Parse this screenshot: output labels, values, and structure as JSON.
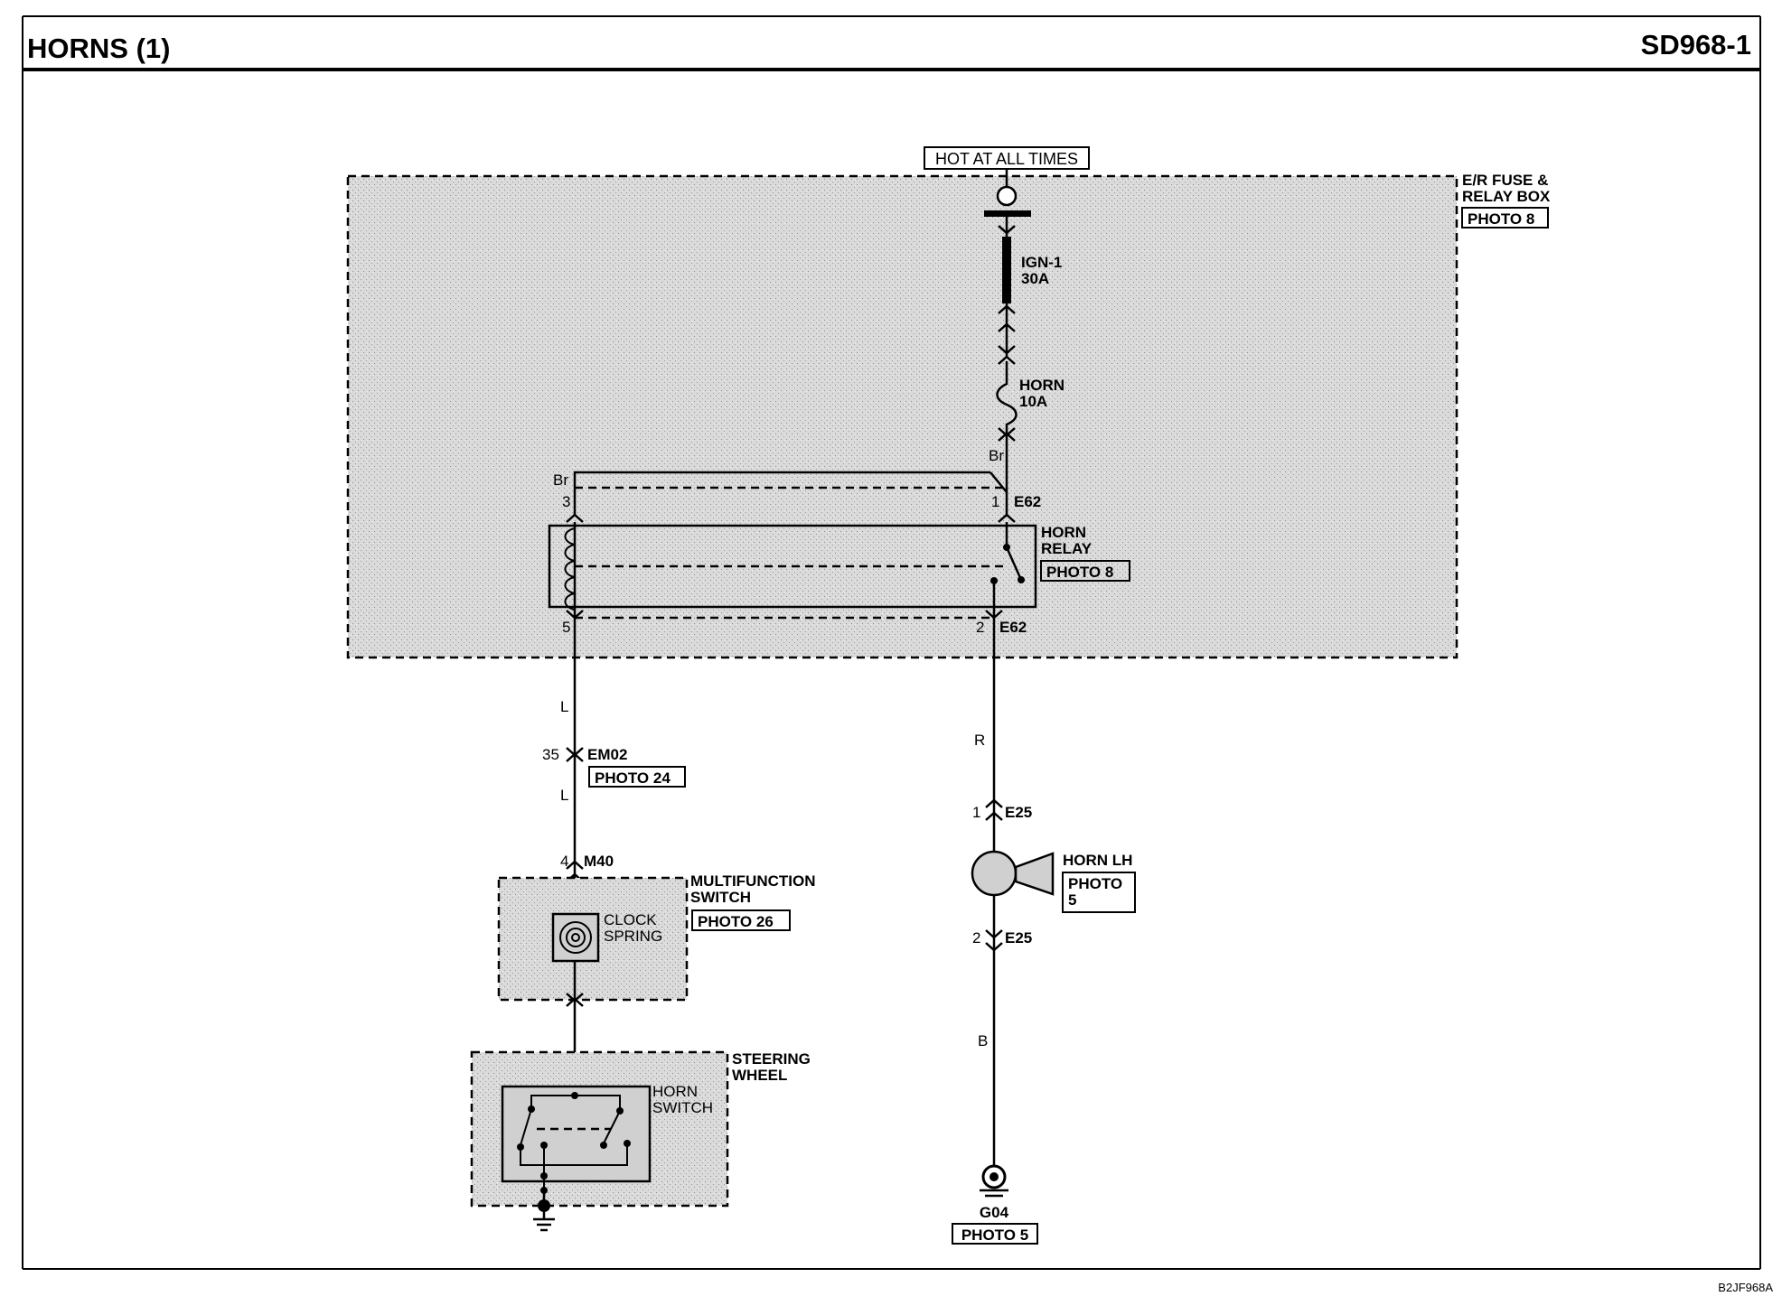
{
  "header": {
    "title": "HORNS (1)",
    "code": "SD968-1"
  },
  "footer": {
    "image_code": "B2JF968A"
  },
  "power": {
    "hot_label": "HOT AT ALL TIMES"
  },
  "fuse_box": {
    "name_line1": "E/R FUSE &",
    "name_line2": "RELAY BOX",
    "photo": "PHOTO 8",
    "fuse1_name": "IGN-1",
    "fuse1_rating": "30A",
    "fuse2_name": "HORN",
    "fuse2_rating": "10A"
  },
  "relay": {
    "name_line1": "HORN",
    "name_line2": "RELAY",
    "photo": "PHOTO 8",
    "connector_top": "E62",
    "connector_bottom": "E62",
    "pin1": "1",
    "pin2": "2",
    "pin3": "3",
    "pin5": "5"
  },
  "wires": {
    "br_right": "Br",
    "br_left": "Br",
    "l_upper": "L",
    "l_lower": "L",
    "r": "R",
    "b": "B"
  },
  "connectors": {
    "em02_pin": "35",
    "em02_name": "EM02",
    "em02_photo": "PHOTO 24",
    "m40_pin": "4",
    "m40_name": "M40",
    "e25_top_pin": "1",
    "e25_top_name": "E25",
    "e25_bottom_pin": "2",
    "e25_bottom_name": "E25"
  },
  "multifunction_switch": {
    "name_line1": "MULTIFUNCTION",
    "name_line2": "SWITCH",
    "photo": "PHOTO 26",
    "clock_line1": "CLOCK",
    "clock_line2": "SPRING"
  },
  "steering_wheel": {
    "name_line1": "STEERING",
    "name_line2": "WHEEL",
    "switch_line1": "HORN",
    "switch_line2": "SWITCH"
  },
  "horn": {
    "name": "HORN LH",
    "photo_line1": "PHOTO",
    "photo_line2": "5"
  },
  "ground": {
    "name": "G04",
    "photo": "PHOTO 5"
  }
}
